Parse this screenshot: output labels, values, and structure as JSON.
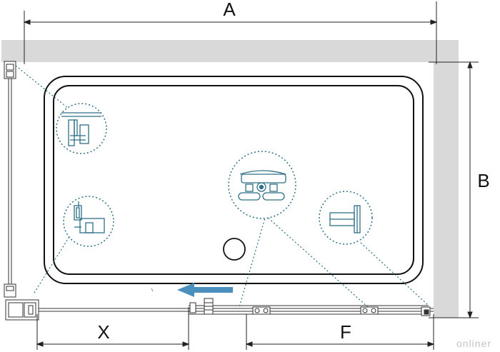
{
  "diagram": {
    "dimension_labels": {
      "width": "A",
      "height": "B",
      "entry": "X",
      "fixed_panel": "F"
    },
    "colors": {
      "wall": "#d9d9d9",
      "line": "#222222",
      "detail_dotted": "#2e6f86",
      "arrow": "#4a8fbd"
    },
    "callouts": [
      "corner-profile-detail",
      "wall-profile-detail",
      "roller-carriage-detail",
      "glass-clamp-detail"
    ],
    "arrow_direction": "left"
  },
  "watermark": {
    "text": "onliner"
  }
}
